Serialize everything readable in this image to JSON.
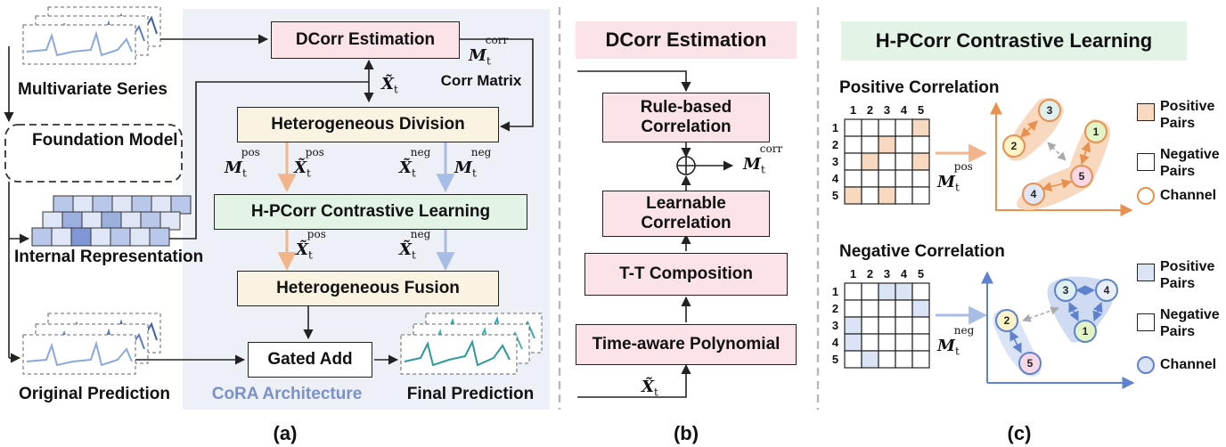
{
  "panel_a": {
    "multivariate_series": "Multivariate Series",
    "foundation_model": "Foundation Model",
    "internal_representation": "Internal Representation",
    "original_prediction": "Original Prediction",
    "final_prediction": "Final Prediction",
    "cora_architecture": "CoRA Architecture",
    "dcorr_estimation": "DCorr Estimation",
    "corr_matrix": "Corr Matrix",
    "heterogeneous_division": "Heterogeneous Division",
    "hpcorr_contrastive": "H-PCorr Contrastive Learning",
    "heterogeneous_fusion": "Heterogeneous Fusion",
    "gated_add": "Gated Add",
    "caption": "(a)"
  },
  "panel_b": {
    "title": "DCorr Estimation",
    "rule_based": "Rule-based Correlation",
    "learnable": "Learnable Correlation",
    "tt_composition": "T-T Composition",
    "time_aware": "Time-aware Polynomial",
    "caption": "(b)"
  },
  "panel_c": {
    "title": "H-PCorr Contrastive Learning",
    "positive_correlation": "Positive Correlation",
    "negative_correlation": "Negative Correlation",
    "grid_labels": [
      "1",
      "2",
      "3",
      "4",
      "5"
    ],
    "legend_positive_pairs": "Positive Pairs",
    "legend_negative_pairs": "Negative Pairs",
    "legend_channel": "Channel",
    "caption": "(c)",
    "pos_nodes": [
      "1",
      "2",
      "3",
      "4",
      "5"
    ],
    "neg_nodes": [
      "1",
      "2",
      "3",
      "4",
      "5"
    ]
  },
  "colors": {
    "pink_box": "#fbe3e8",
    "cream_box": "#fbf3e2",
    "green_box": "#e3f3e6",
    "panel_a_bg": "#eef0f7",
    "positive": "#f0a56c",
    "negative": "#8fa8dc",
    "cora_text": "#7a90c8"
  }
}
